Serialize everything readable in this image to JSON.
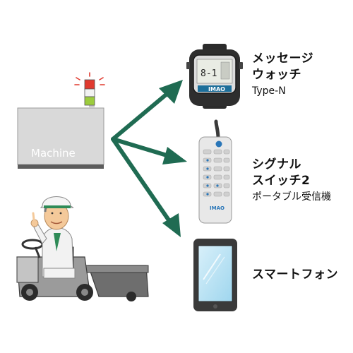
{
  "machine": {
    "label": "Machine"
  },
  "devices": [
    {
      "title_line1": "メッセージ",
      "title_line2": "ウォッチ",
      "subtitle": "Type-N"
    },
    {
      "title_line1": "シグナル",
      "title_line2": "スイッチ2",
      "subtitle": "ポータブル受信機"
    },
    {
      "title_line1": "スマートフォン"
    }
  ],
  "watch_screen": {
    "text": "8-1"
  },
  "brand": {
    "text": "IMAO"
  },
  "colors": {
    "arrow": "#1f6b52",
    "machine_body": "#d9d9d9",
    "machine_base": "#5c5c5c",
    "lamp_red": "#e03a2f",
    "lamp_green": "#9ccc3d",
    "phone_screen": "#bfe6f5"
  }
}
